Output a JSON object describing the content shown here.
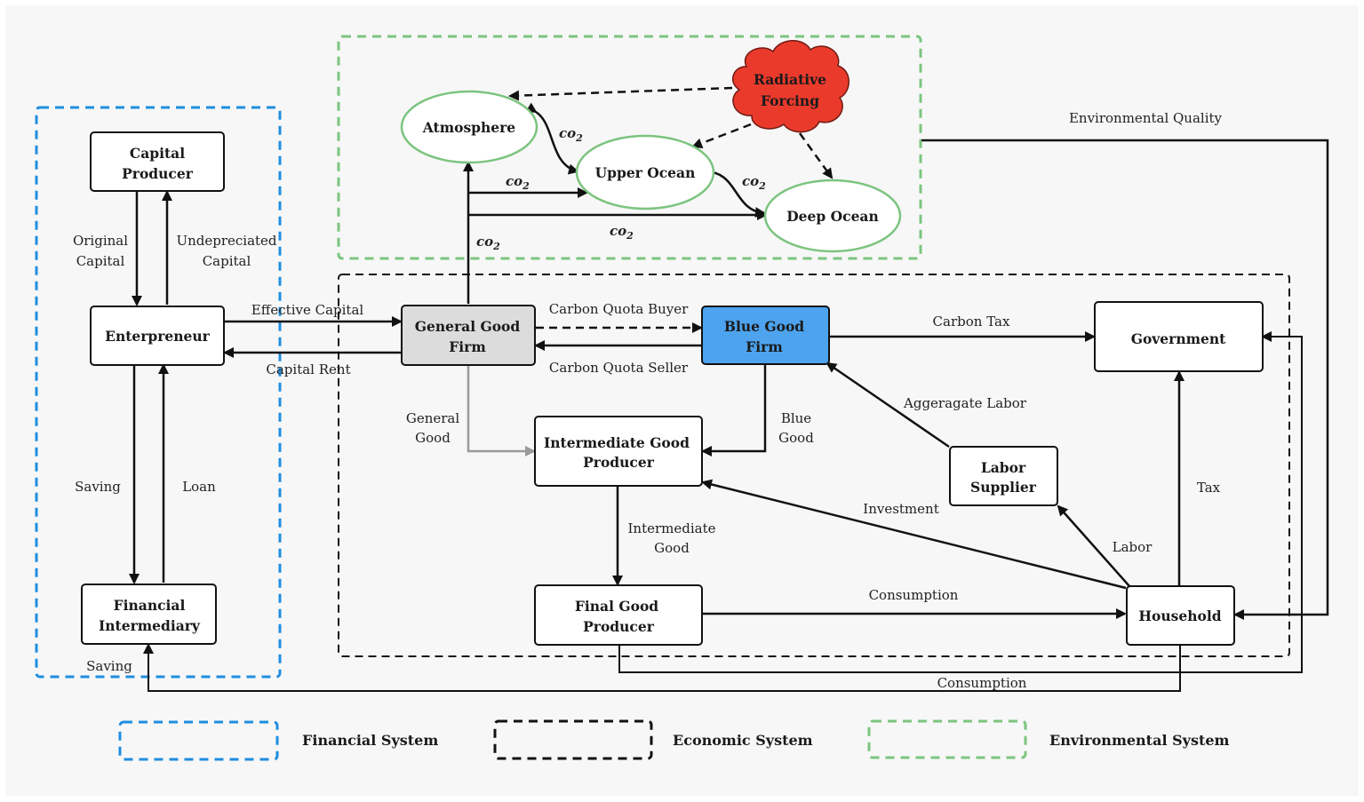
{
  "nodes": {
    "capital_producer": [
      "Capital",
      "Producer"
    ],
    "entrepreneur": "Enterpreneur",
    "financial_intermediary": [
      "Financial",
      "Intermediary"
    ],
    "general_good_firm": [
      "General Good",
      "Firm"
    ],
    "blue_good_firm": [
      "Blue Good",
      "Firm"
    ],
    "government": "Government",
    "intermediate_good_producer": [
      "Intermediate Good",
      "Producer"
    ],
    "labor_supplier": [
      "Labor",
      "Supplier"
    ],
    "final_good_producer": [
      "Final Good",
      "Producer"
    ],
    "household": "Household",
    "atmosphere": "Atmosphere",
    "upper_ocean": "Upper Ocean",
    "deep_ocean": "Deep Ocean",
    "radiative_forcing": [
      "Radiative",
      "Forcing"
    ]
  },
  "edges": {
    "original_capital": [
      "Original",
      "Capital"
    ],
    "undepreciated_capital": [
      "Undepreciated",
      "Capital"
    ],
    "saving_left": "Saving",
    "loan": "Loan",
    "saving_bottom": "Saving",
    "effective_capital": "Effective Capital",
    "capital_rent": "Capital Rent",
    "carbon_quota_buyer": "Carbon Quota Buyer",
    "carbon_quota_seller": "Carbon Quota Seller",
    "carbon_tax": "Carbon Tax",
    "general_good": [
      "General",
      "Good"
    ],
    "blue_good": [
      "Blue",
      "Good"
    ],
    "aggregate_labor": "Aggeragate Labor",
    "investment": "Investment",
    "intermediate_good": [
      "Intermediate",
      "Good"
    ],
    "labor": "Labor",
    "tax": "Tax",
    "consumption": "Consumption",
    "consumption_bottom": "Consumption",
    "environmental_quality": "Environmental Quality",
    "co2_main": "co",
    "co2_sub": "2"
  },
  "legend": {
    "financial": "Financial System",
    "economic": "Economic System",
    "environmental": "Environmental System"
  },
  "colors": {
    "financial_border": "#1f8ee0",
    "economic_border": "#111111",
    "environmental_border": "#7cc47f",
    "blue_firm_fill": "#4da3ee",
    "general_firm_fill": "#dcdcdc",
    "radiative_fill": "#ea3a2c"
  }
}
